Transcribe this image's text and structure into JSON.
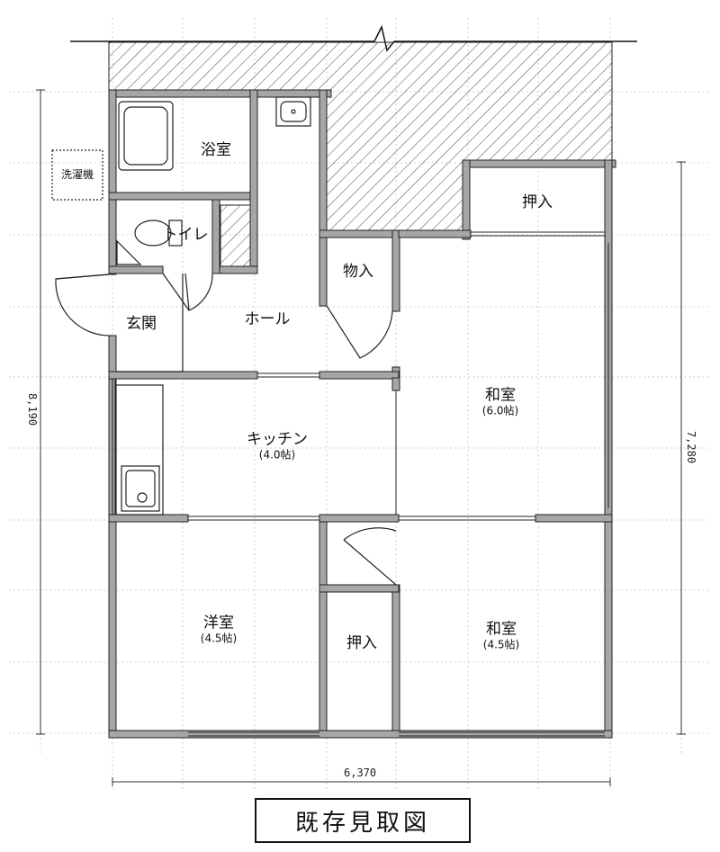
{
  "title": "既存見取図",
  "rooms": {
    "bath": "浴室",
    "toilet": "トイレ",
    "washer": "洗濯機",
    "storage": "物入",
    "genkan": "玄関",
    "hall": "ホール",
    "kitchen": {
      "name": "キッチン",
      "size": "(4.0帖)"
    },
    "washitsu_large": {
      "name": "和室",
      "size": "(6.0帖)"
    },
    "oshiire_top": "押入",
    "yoshitsu": {
      "name": "洋室",
      "size": "(4.5帖)"
    },
    "oshiire_mid": "押入",
    "washitsu_small": {
      "name": "和室",
      "size": "(4.5帖)"
    }
  },
  "dimensions": {
    "width": "6,370",
    "left_height": "8,190",
    "right_height": "7,280"
  }
}
